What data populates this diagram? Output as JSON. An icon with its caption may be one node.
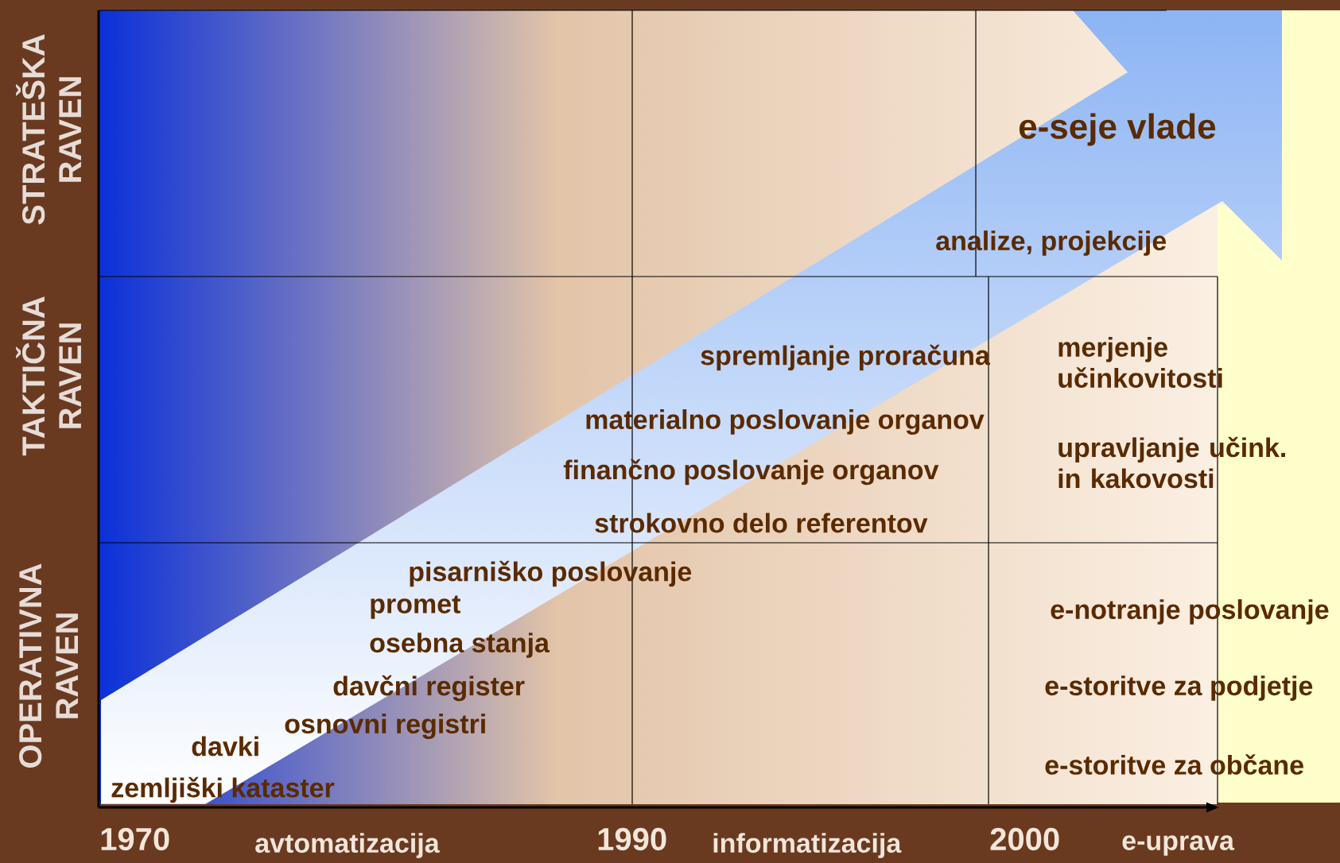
{
  "diagram": {
    "labels": [
      "STRATEŠKA RAVEN",
      "e-seje vlade",
      "analize, projekcije",
      "TAKTIČNA RAVEN",
      "spremljanje proračuna",
      "merjenje učinkovitosti",
      "materialno poslovanje organov",
      "upravljanje učink. in kakovosti",
      "finančno poslovanje organov",
      "strokovno delo referentov",
      "OPERATIVNA RAVEN",
      "pisarniško poslovanje",
      "promet",
      "e-notranje poslovanje",
      "osebna stanja",
      "davčni register",
      "e-storitve za podjetje",
      "osnovni registri",
      "davki",
      "e-storitve za občane",
      "zemljiški kataster",
      "1970",
      "avtomatizacija",
      "1990",
      "informatizacija",
      "2000",
      "e-uprava"
    ]
  }
}
